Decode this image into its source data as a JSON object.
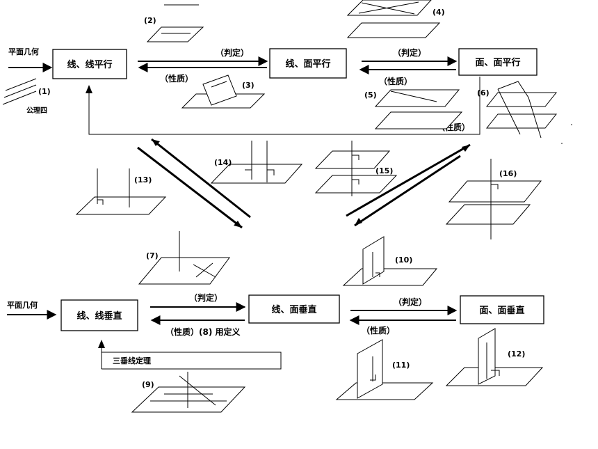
{
  "boxes": {
    "ll_parallel": "线、线平行",
    "lp_parallel": "线、面平行",
    "pp_parallel": "面、面平行",
    "ll_perp": "线、线垂直",
    "lp_perp": "线、面垂直",
    "pp_perp": "面、面垂直"
  },
  "side_labels": {
    "plane_geo_top": "平面几何",
    "plane_geo_bottom": "平面几何",
    "axiom4": "公理四",
    "three_perp": "三垂线定理"
  },
  "arrow_labels": {
    "judge_1": "（判定）",
    "prop_1": "（性质）",
    "judge_2": "（判定）",
    "prop_2": "（性质）",
    "prop_feedback": "（性质）",
    "judge_3": "（判定）",
    "prop_3": "（性质）(8) 用定义",
    "judge_4": "（判定）",
    "prop_4": "（性质）"
  },
  "figure_numbers": [
    "(1)",
    "(2)",
    "(3)",
    "(4)",
    "(5)",
    "(6)",
    "(7)",
    "(9)",
    "(10)",
    "(11)",
    "(12)",
    "(13)",
    "(14)",
    "(15)",
    "(16)"
  ]
}
